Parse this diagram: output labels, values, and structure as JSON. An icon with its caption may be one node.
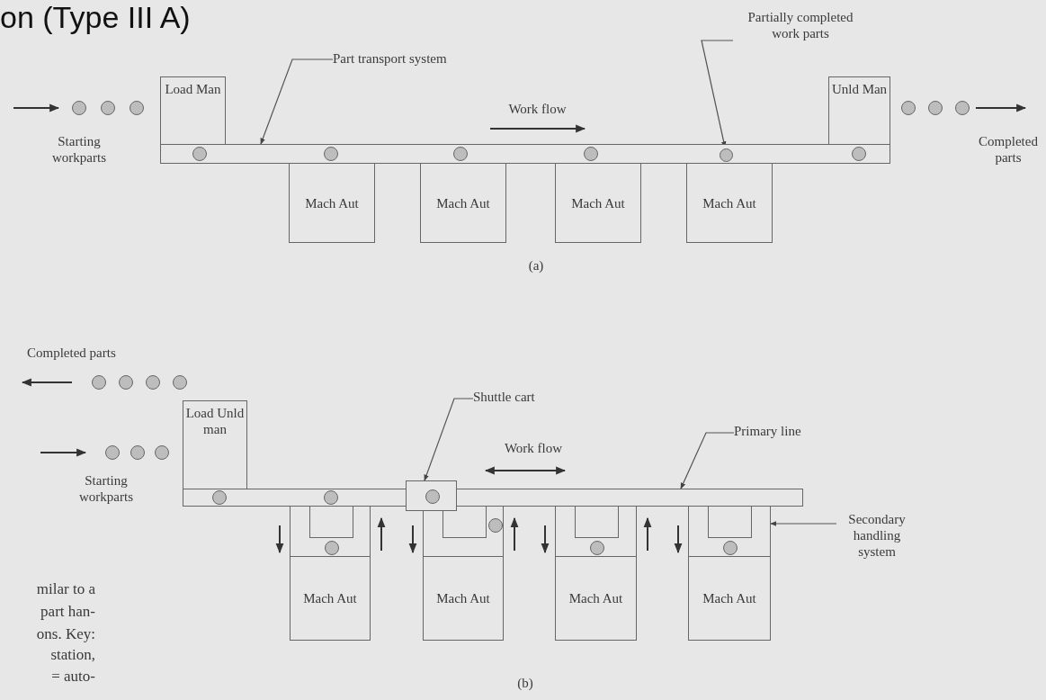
{
  "diagram": {
    "title": "on (Type III A)",
    "nodes": [
      {
        "text": [
          "Load Man"
        ]
      },
      {
        "text": [],
        "shape": "bar"
      },
      {
        "text": [
          "Part transport system"
        ]
      },
      {
        "text": [
          "Mach Aut"
        ]
      },
      {
        "text": [
          "Mach Aut"
        ]
      },
      {
        "text": [
          "Mach Aut"
        ]
      },
      {
        "text": [
          "Mach Aut"
        ]
      },
      {
        "text": [
          "Unld Man"
        ]
      },
      {
        "text": [
          "Partially completed work parts"
        ]
      },
      {
        "text": [],
        "shape": "circle",
        "in": 1
      },
      {
        "text": [
          "Load Unld man"
        ]
      },
      {
        "text": [],
        "shape": "bar"
      },
      {
        "text": [
          "Shuttle cart"
        ]
      },
      {
        "text": [],
        "shape": "box"
      },
      {
        "text": [
          "Primary line"
        ]
      },
      {
        "text": [],
        "shape": "box"
      },
      {
        "text": [
          "Mach Aut"
        ]
      },
      {
        "text": [],
        "shape": "box"
      },
      {
        "text": [
          "Mach Aut"
        ]
      },
      {
        "text": [],
        "shape": "box"
      },
      {
        "text": [
          "Mach Aut"
        ]
      },
      {
        "text": [],
        "shape": "box"
      },
      {
        "text": [
          "Mach Aut"
        ]
      },
      {
        "text": [
          "Secondary handling system"
        ]
      }
    ],
    "edges": [
      {
        "from": 2,
        "to": 1,
        "arrow": "to"
      },
      {
        "from": 8,
        "to": 9,
        "arrow": "to"
      },
      {
        "from": 12,
        "to": 13,
        "arrow": "to"
      },
      {
        "from": 14,
        "to": 11,
        "arrow": "to"
      },
      {
        "from": 23,
        "to": 21,
        "arrow": "to"
      }
    ],
    "labels": [
      "Starting workparts",
      "Work flow",
      "Completed parts",
      "(a)",
      "Completed parts",
      "Starting workparts",
      "Work flow",
      "(b)",
      "milar to a",
      "part han-",
      "ons. Key:",
      "station,",
      "= auto-"
    ]
  }
}
